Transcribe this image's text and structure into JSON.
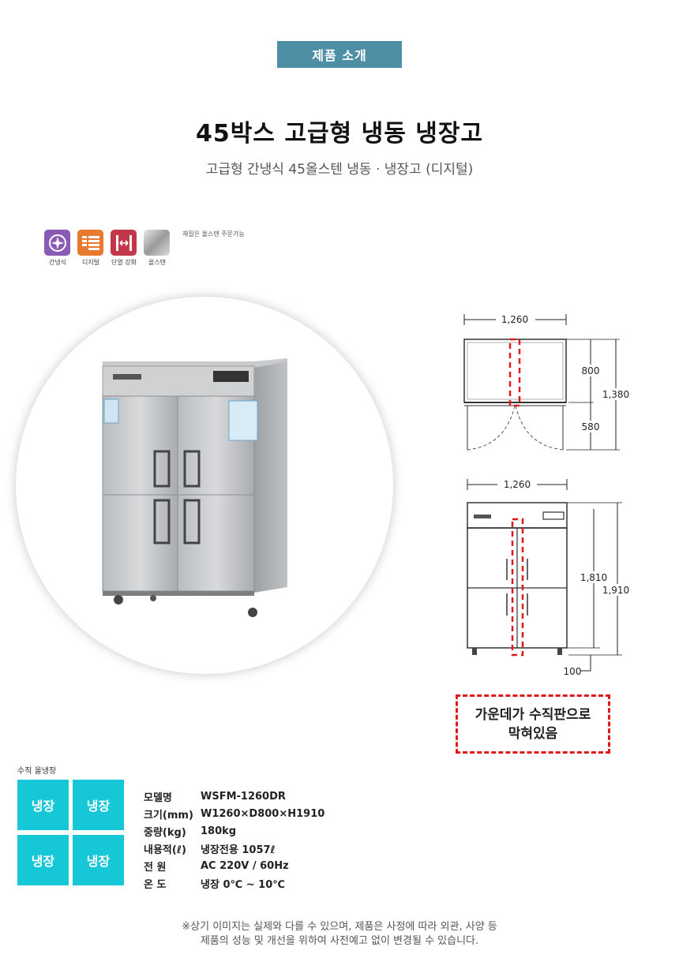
{
  "header": {
    "badge": "제품 소개",
    "title": "45박스 고급형 냉동 냉장고",
    "subtitle": "고급형 간냉식 45올스텐 냉동 · 냉장고 (디지털)"
  },
  "features": [
    {
      "label": "간냉식",
      "icon": "fan-icon",
      "color": "#8a5bb5"
    },
    {
      "label": "디지털",
      "icon": "digital-panel-icon",
      "color": "#e8792e"
    },
    {
      "label": "단열 강화",
      "icon": "insulation-icon",
      "color": "#c2384a"
    },
    {
      "label": "올스텐",
      "icon": "stainless-icon",
      "color": "#b0b0b0"
    }
  ],
  "feature_note": "재질은 올스텐 주문가능",
  "top_view": {
    "width_label": "1,260",
    "depth_label": "800",
    "door_label": "580",
    "total_label": "1,380"
  },
  "front_view": {
    "width_label": "1,260",
    "body_label": "1,810",
    "total_label": "1,910",
    "leg_label": "100"
  },
  "note": {
    "line1": "가운데가 수직판으로",
    "line2": "막혀있음"
  },
  "compartments": {
    "label": "수직 올냉장",
    "cells": [
      "냉장",
      "냉장",
      "냉장",
      "냉장"
    ]
  },
  "specs": [
    {
      "key": "모델명",
      "value": "WSFM-1260DR"
    },
    {
      "key": "크기(mm)",
      "value": "W1260×D800×H1910"
    },
    {
      "key": "중량(kg)",
      "value": "180kg"
    },
    {
      "key": "내용적(ℓ)",
      "value": "냉장전용 1057ℓ"
    },
    {
      "key": "전 원",
      "value": "AC 220V / 60Hz"
    },
    {
      "key": "온 도",
      "value": "냉장 0℃ ~ 10℃"
    }
  ],
  "footer": {
    "line1": "※상기 이미지는 실제와 다를 수 있으며, 제품은 사정에 따라 외관, 사양 등",
    "line2": "제품의 성능 및 개선을 위하여 사전예고 없이 변경될 수 있습니다."
  }
}
